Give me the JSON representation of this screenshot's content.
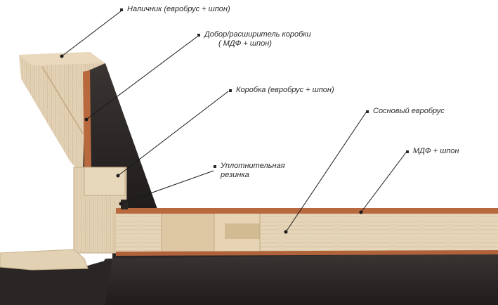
{
  "labels": {
    "nalichnik": "Наличник (евробрус + шпон)",
    "dobor_line1": "Добор/расширитель коробки",
    "dobor_line2": "( МДФ + шпон)",
    "korobka": "Коробка (евробрус + шпон)",
    "sosnovy": "Сосновый евробрус",
    "mdf": "МДФ + шпон",
    "uplot_line1": "Уплотнительная",
    "uplot_line2": "резинка"
  },
  "colors": {
    "veneer_dark": "#2f2b2a",
    "wood_light": "#e3d2b6",
    "wood_mid": "#d6c2a0",
    "mdf_edge": "#b9693e",
    "leader_line": "#1a1a1a"
  }
}
